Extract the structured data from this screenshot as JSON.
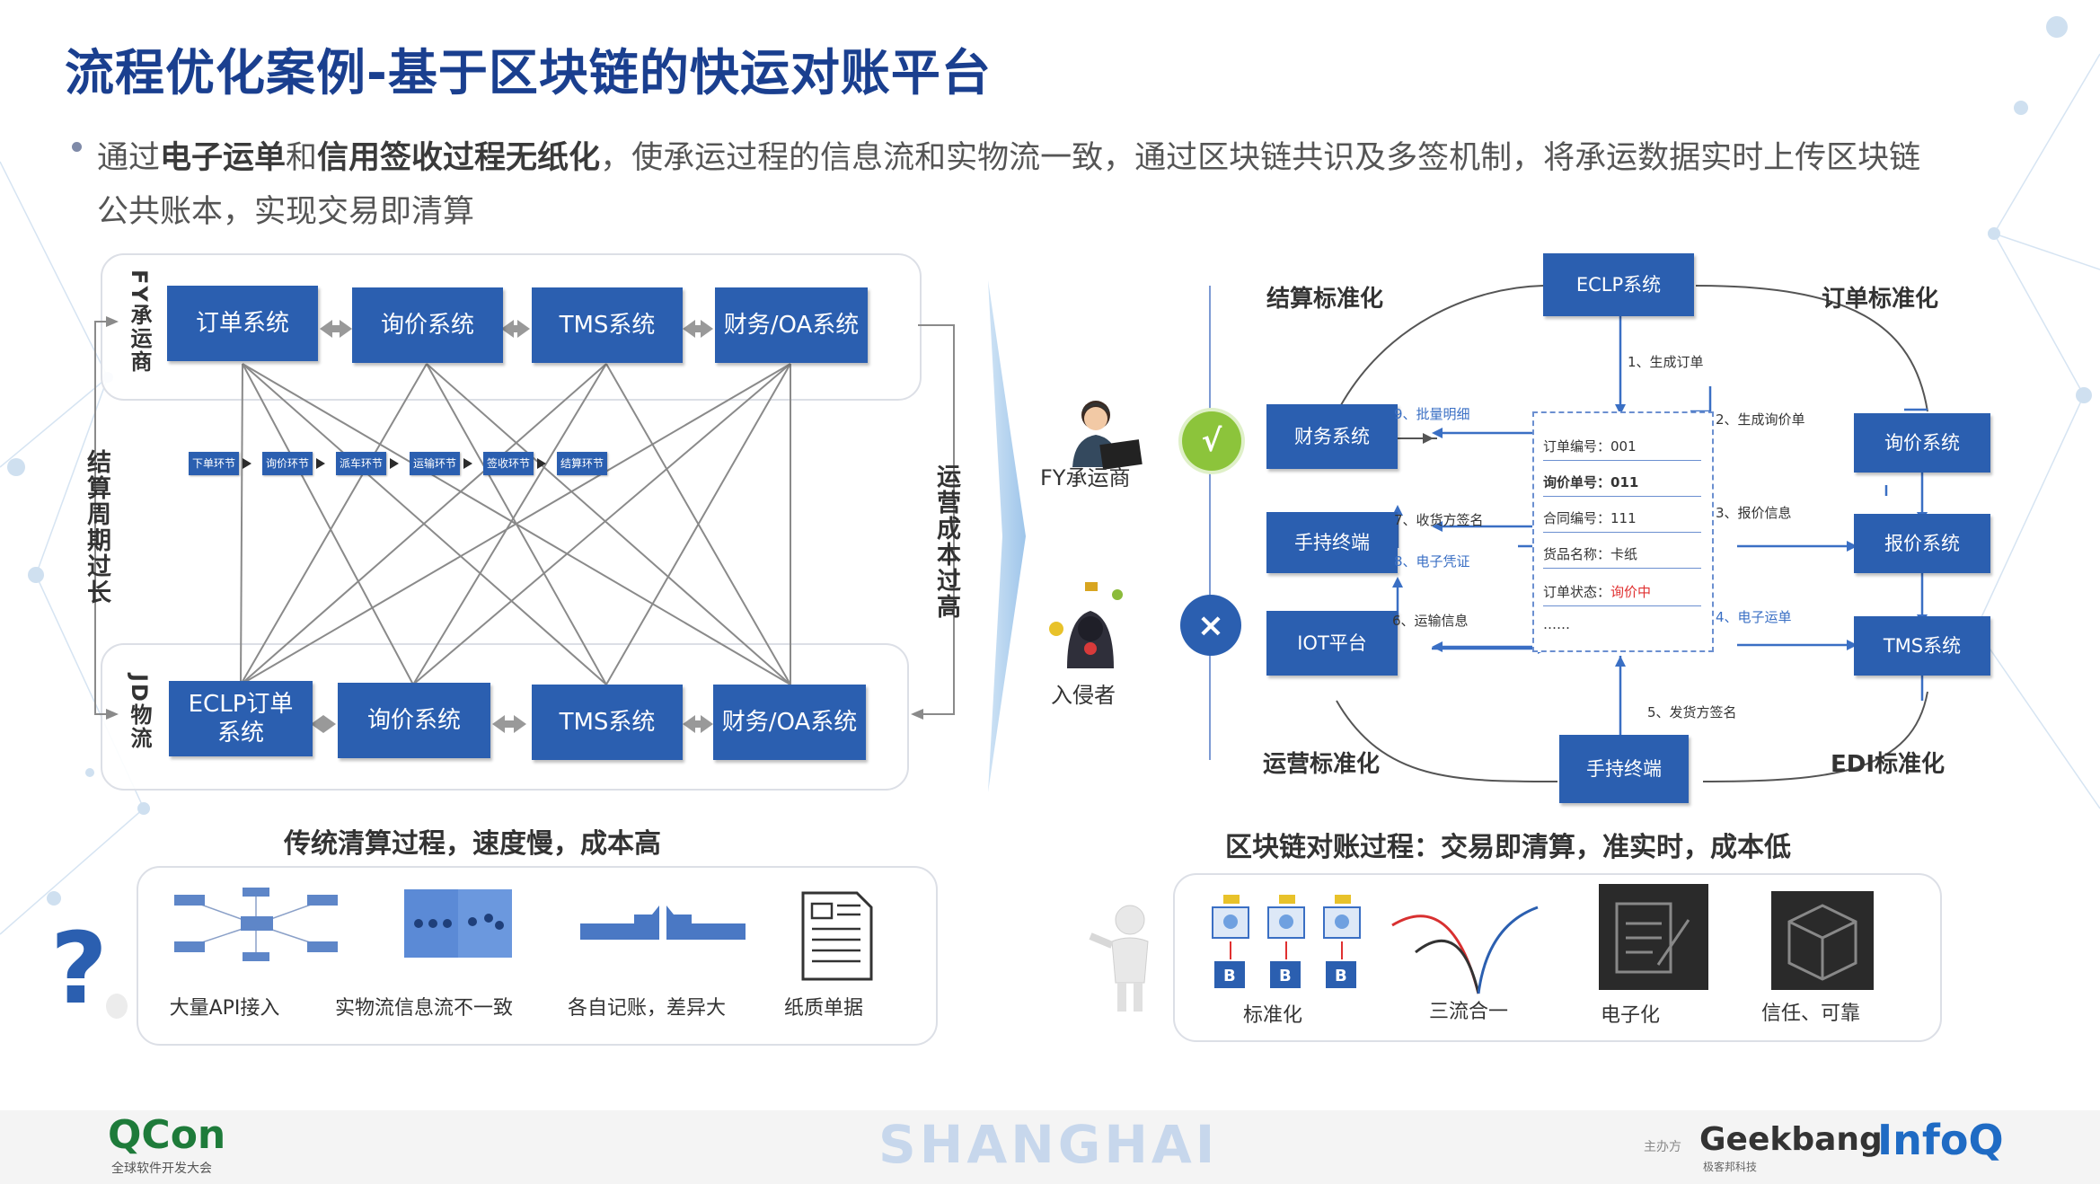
{
  "title": "流程优化案例-基于区块链的快运对账平台",
  "desc": {
    "p1": "通过",
    "b1": "电子运单",
    "p2": "和",
    "b2": "信用签收过程无纸化",
    "p3": "，使承运过程的信息流和实物流一致，通过区块链共识及多签机制，将承运数据实时上传区块链公共账本，实现交易即清算"
  },
  "left": {
    "fy_label": "FY承运商",
    "jd_label": "JD物流",
    "cycle_label": "结算周期过长",
    "cost_label": "运营成本过高",
    "top_row": [
      "订单系统",
      "询价系统",
      "TMS系统",
      "财务/OA系统"
    ],
    "bottom_row": [
      "ECLP订单系统",
      "询价系统",
      "TMS系统",
      "财务/OA系统"
    ],
    "steps": [
      "下单环节",
      "询价环节",
      "派车环节",
      "运输环节",
      "签收环节",
      "结算环节"
    ],
    "caption": "传统清算过程，速度慢，成本高",
    "problems": [
      "大量API接入",
      "实物流信息流不一致",
      "各自记账，差异大",
      "纸质单据"
    ]
  },
  "right": {
    "corners": {
      "tl": "结算标准化",
      "tr": "订单标准化",
      "bl": "运营标准化",
      "br": "EDI标准化"
    },
    "eclp": "ECLP系统",
    "left_col": [
      "财务系统",
      "手持终端",
      "IOT平台"
    ],
    "right_col": [
      "询价系统",
      "报价系统",
      "TMS系统"
    ],
    "bottom_box": "手持终端",
    "actors": {
      "fy": "FY承运商",
      "intruder": "入侵者"
    },
    "check": "√",
    "cross": "×",
    "steps": {
      "s1": "1、生成订单",
      "s2": "2、生成询价单",
      "s3": "3、报价信息",
      "s4": "4、电子运单",
      "s5": "5、发货方签名",
      "s6": "6、运输信息",
      "s7": "7、收货方签名",
      "s8": "8、电子凭证",
      "s9": "9、批量明细"
    },
    "order": {
      "r1": "订单编号：001",
      "r2": "询价单号：011",
      "r3": "合同编号：111",
      "r4": "货品名称：卡纸",
      "r5_label": "订单状态：",
      "r5_value": "询价中",
      "r6": "……"
    },
    "caption": "区块链对账过程：交易即清算，准实时，成本低",
    "benefits": [
      "标准化",
      "三流合一",
      "电子化",
      "信任、可靠"
    ]
  },
  "footer": {
    "qcon": "QCon",
    "qcon_sub": "全球软件开发大会",
    "city": "SHANGHAI",
    "sponsor": "主办方",
    "geekbang": "Geekbang",
    "geekbang_sub": "极客邦科技",
    "infoq": "InfoQ"
  },
  "colors": {
    "title": "#1a3f8f",
    "box": "#2b5fb0",
    "check": "#8cc43b",
    "cross": "#2b5fb0",
    "red": "#e03030"
  }
}
